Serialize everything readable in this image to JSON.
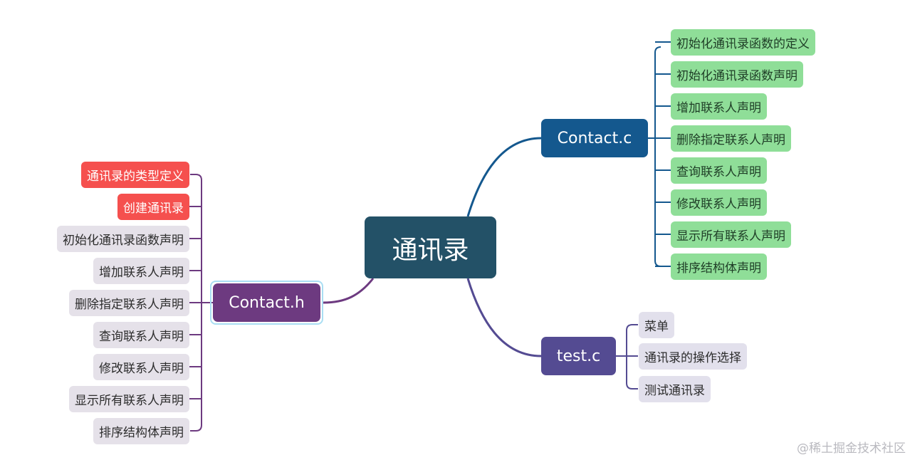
{
  "root": {
    "label": "通讯录"
  },
  "contact_c": {
    "label": "Contact.c",
    "items": [
      "初始化通讯录函数的定义",
      "初始化通讯录函数声明",
      "增加联系人声明",
      "删除指定联系人声明",
      "查询联系人声明",
      "修改联系人声明",
      "显示所有联系人声明",
      "排序结构体声明"
    ]
  },
  "test_c": {
    "label": "test.c",
    "items": [
      "菜单",
      "通讯录的操作选择",
      "测试通讯录"
    ]
  },
  "contact_h": {
    "label": "Contact.h",
    "items": [
      "通讯录的类型定义",
      "创建通讯录",
      "初始化通讯录函数声明",
      "增加联系人声明",
      "删除指定联系人声明",
      "查询联系人声明",
      "修改联系人声明",
      "显示所有联系人声明",
      "排序结构体声明"
    ]
  },
  "colors": {
    "root": "#235167",
    "contact_c": "#14588e",
    "test_c": "#544b92",
    "contact_h": "#6d3a80",
    "leaf_green": "#8fde98",
    "leaf_red": "#f5504e",
    "leaf_grey": "#e5e1e9"
  },
  "watermark": "@稀土掘金技术社区"
}
